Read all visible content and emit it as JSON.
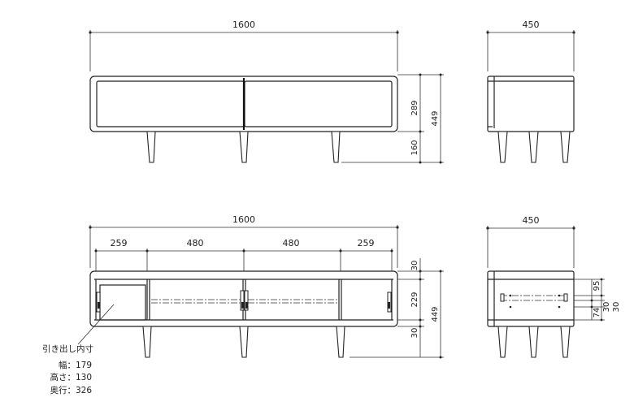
{
  "front_elevation": {
    "width": "1600",
    "cabinet_height": "289",
    "leg_height": "160",
    "total_height": "449"
  },
  "side_elevation": {
    "depth": "450"
  },
  "front_section": {
    "width": "1600",
    "compartments": [
      "259",
      "480",
      "480",
      "259"
    ],
    "top_board": "30",
    "inner_height": "229",
    "bottom_board": "30",
    "total_height": "449"
  },
  "side_section": {
    "depth": "450",
    "dims": [
      "95",
      "30",
      "30",
      "74"
    ]
  },
  "drawer_note": {
    "title": "引き出し内寸",
    "lines": [
      "幅：179",
      "高さ：130",
      "奥行：326"
    ]
  }
}
